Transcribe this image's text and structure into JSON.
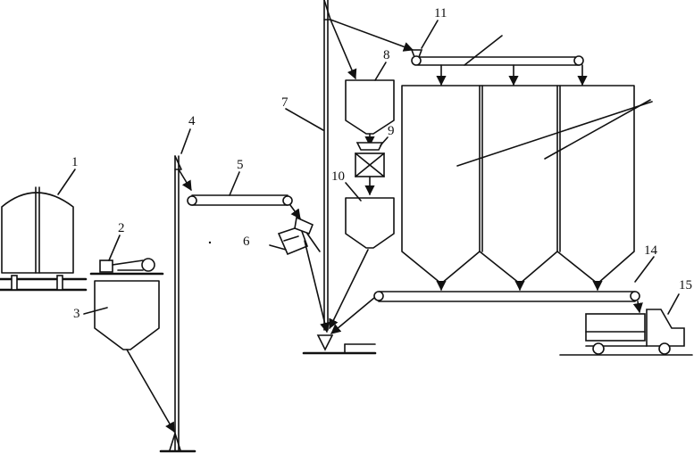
{
  "labels": [
    "1",
    "2",
    "3",
    "4",
    "5",
    "6",
    "7",
    "8",
    "9",
    "10",
    "11",
    "14",
    "15"
  ]
}
